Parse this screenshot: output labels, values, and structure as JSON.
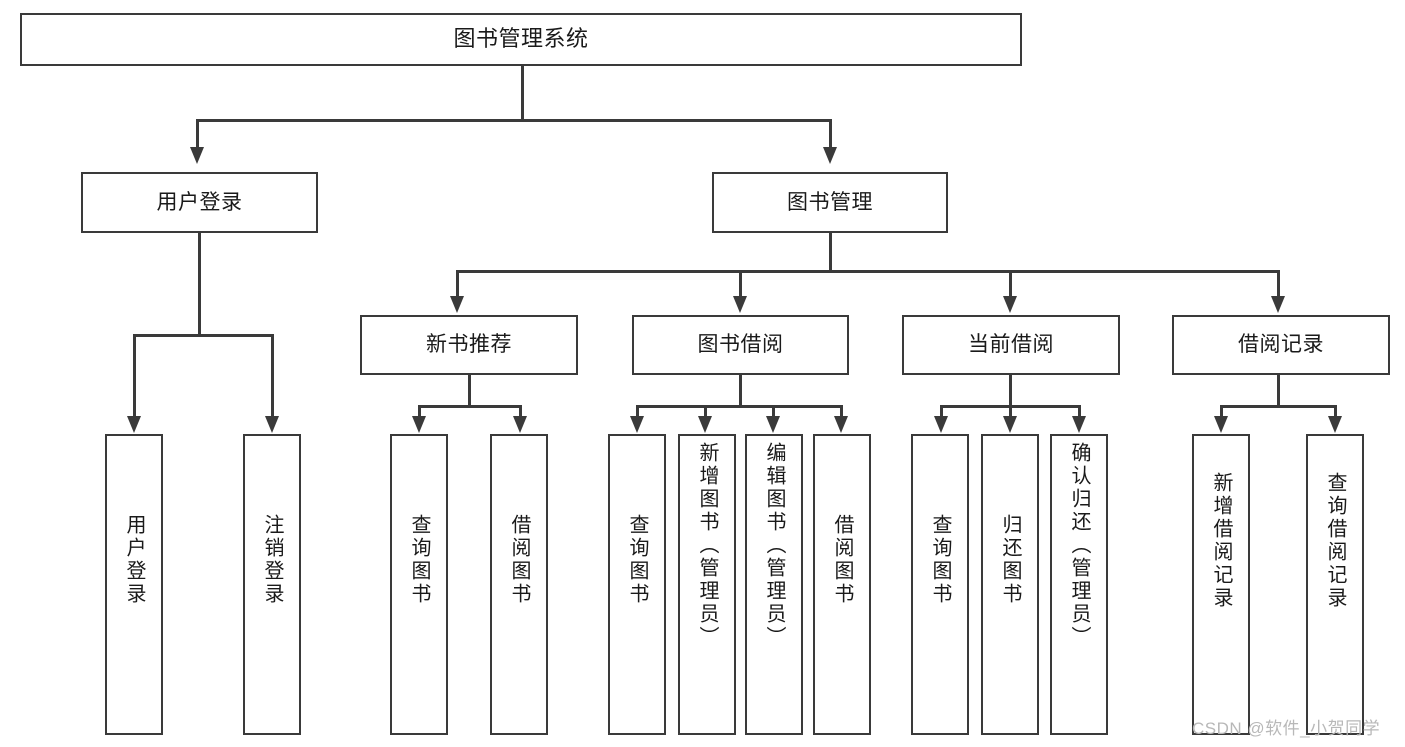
{
  "diagram": {
    "title": "图书管理系统",
    "type": "tree-hierarchy-diagram",
    "watermark": "CSDN @软件_小贺同学",
    "colors": {
      "stroke": "#3a3a3a",
      "fill": "#ffffff",
      "text": "#1a1a1a",
      "watermark": "#b8b8b8"
    },
    "nodes": {
      "root": {
        "label": "图书管理系统",
        "level": 1
      },
      "level2": [
        {
          "id": "user-login",
          "label": "用户登录"
        },
        {
          "id": "book-management",
          "label": "图书管理"
        }
      ],
      "level3": [
        {
          "id": "new-book-recommend",
          "label": "新书推荐",
          "parent": "book-management"
        },
        {
          "id": "book-borrow",
          "label": "图书借阅",
          "parent": "book-management"
        },
        {
          "id": "current-borrow",
          "label": "当前借阅",
          "parent": "book-management"
        },
        {
          "id": "borrow-record",
          "label": "借阅记录",
          "parent": "book-management"
        }
      ],
      "leaves": [
        {
          "id": "leaf-user-login",
          "label": "用户登录",
          "parent": "user-login"
        },
        {
          "id": "leaf-logout-login",
          "label": "注销登录",
          "parent": "user-login"
        },
        {
          "id": "leaf-query-book-1",
          "label": "查询图书",
          "parent": "new-book-recommend"
        },
        {
          "id": "leaf-borrow-book-1",
          "label": "借阅图书",
          "parent": "new-book-recommend"
        },
        {
          "id": "leaf-query-book-2",
          "label": "查询图书",
          "parent": "book-borrow"
        },
        {
          "id": "leaf-add-book",
          "label": "新增图书（管理员）",
          "parent": "book-borrow"
        },
        {
          "id": "leaf-edit-book",
          "label": "编辑图书（管理员）",
          "parent": "book-borrow"
        },
        {
          "id": "leaf-borrow-book-2",
          "label": "借阅图书",
          "parent": "book-borrow"
        },
        {
          "id": "leaf-query-book-3",
          "label": "查询图书",
          "parent": "current-borrow"
        },
        {
          "id": "leaf-return-book",
          "label": "归还图书",
          "parent": "current-borrow"
        },
        {
          "id": "leaf-confirm-return",
          "label": "确认归还（管理员）",
          "parent": "current-borrow"
        },
        {
          "id": "leaf-add-record",
          "label": "新增借阅记录",
          "parent": "borrow-record"
        },
        {
          "id": "leaf-query-record",
          "label": "查询借阅记录",
          "parent": "borrow-record"
        }
      ]
    }
  }
}
